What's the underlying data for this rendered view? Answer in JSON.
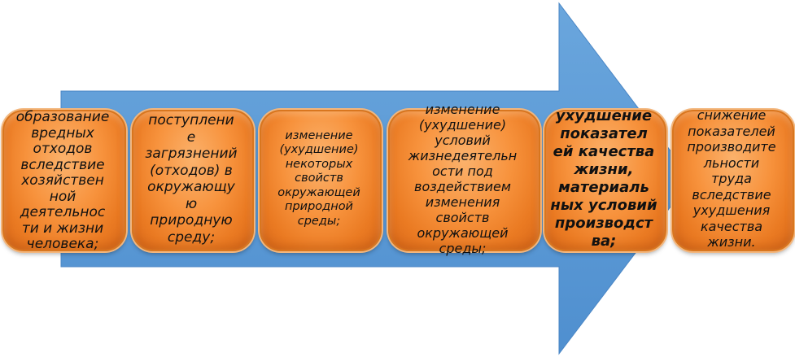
{
  "diagram": {
    "arrow_color": "#5b9bd5",
    "box_color": "#f7923c",
    "steps": [
      {
        "label": "образование\nвредных\nотходов\nвследствие\nхозяйствен\nной\nдеятельнос\nти и жизни\nчеловека;"
      },
      {
        "label": "поступлени\nе\nзагрязнений\n(отходов)  в\nокружающу\nю\nприродную\nсреду;"
      },
      {
        "label": "изменение\n(ухудшение)\nнекоторых\nсвойств\nокружающей\nприродной\nсреды;"
      },
      {
        "label": "изменение\n(ухудшение)\nусловий\nжизнедеятельн\nости под\nвоздействием\nизменения\nсвойств\nокружающей\nсреды;"
      },
      {
        "label": "ухудшение\nпоказател\nей качества\nжизни,\nматериаль\nных условий\nпроизводст\nва;"
      },
      {
        "label": "снижение\nпоказателей\nпроизводите\nльности\nтруда\nвследствие\nухудшения\nкачества\nжизни."
      }
    ]
  }
}
